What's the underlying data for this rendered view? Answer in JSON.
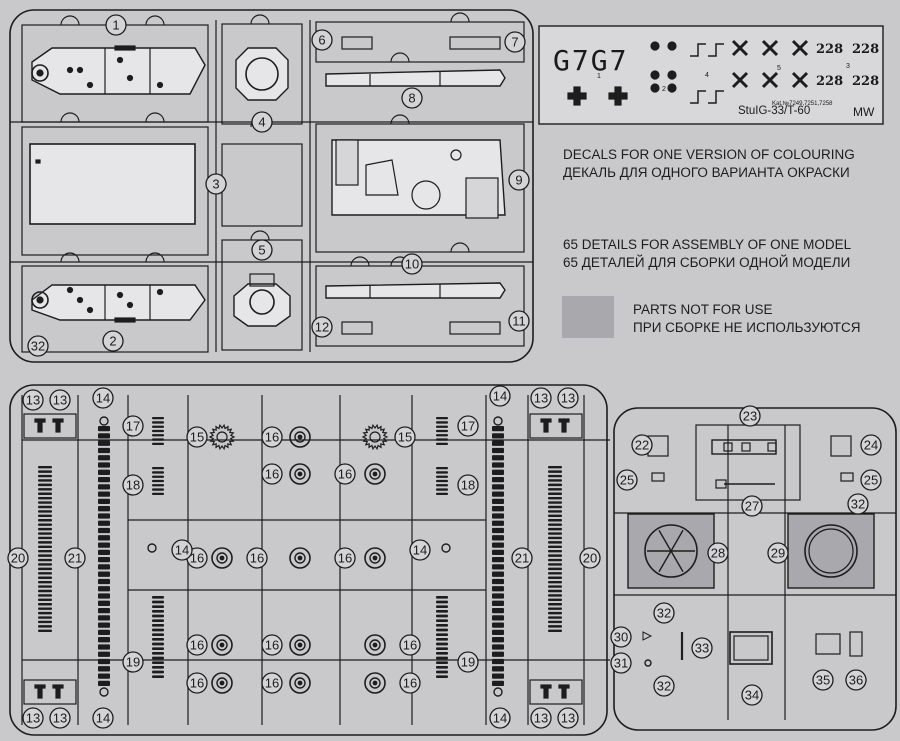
{
  "colors": {
    "background": "#c9c9cc",
    "ink": "#1d1d1d",
    "gray_part": "#a9a9ad",
    "fill_part": "#e6e6e8"
  },
  "decal": {
    "codes": [
      "G7G7"
    ],
    "numbers": [
      "228",
      "228",
      "228",
      "228"
    ],
    "small_indices": [
      "1",
      "2",
      "3",
      "4",
      "5"
    ],
    "model": "StuIG-33/T-60",
    "brand": "MW",
    "kat": "Kat.№7249,7251,7258"
  },
  "notes": {
    "decal_en": "DECALS FOR ONE VERSION OF COLOURING",
    "decal_ru": "ДЕКАЛЬ ДЛЯ ОДНОГО ВАРИАНТА ОКРАСКИ",
    "parts_en": "65 DETAILS FOR ASSEMBLY OF ONE MODEL",
    "parts_ru": "65 ДЕТАЛЕЙ ДЛЯ СБОРКИ ОДНОЙ МОДЕЛИ",
    "notuse_en": "PARTS NOT FOR USE",
    "notuse_ru": "ПРИ СБОРКЕ НЕ ИСПОЛЬЗУЮТСЯ"
  },
  "callouts": [
    "1",
    "2",
    "3",
    "4",
    "5",
    "6",
    "7",
    "8",
    "9",
    "10",
    "11",
    "12",
    "32",
    "13",
    "13",
    "13",
    "13",
    "14",
    "14",
    "14",
    "14",
    "15",
    "15",
    "16",
    "16",
    "16",
    "16",
    "16",
    "16",
    "16",
    "16",
    "16",
    "16",
    "16",
    "16",
    "14",
    "14",
    "17",
    "17",
    "18",
    "18",
    "19",
    "19",
    "20",
    "20",
    "21",
    "21",
    "13",
    "13",
    "13",
    "13",
    "22",
    "23",
    "24",
    "25",
    "25",
    "27",
    "28",
    "29",
    "32",
    "30",
    "31",
    "32",
    "32",
    "33",
    "34",
    "35",
    "36"
  ]
}
